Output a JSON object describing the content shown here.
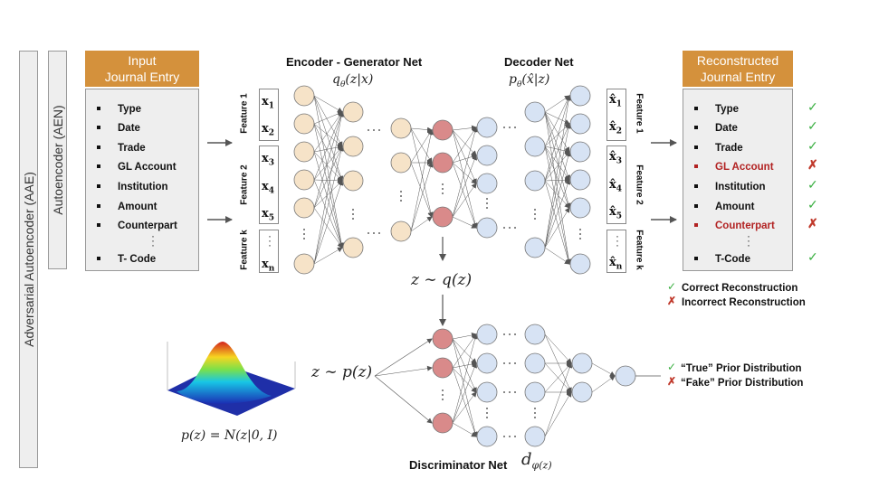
{
  "side": {
    "aae_label": "Adversarial Autoencoder (AAE)",
    "aen_label": "Autoencoder (AEN)"
  },
  "input": {
    "header_line1": "Input",
    "header_line2": "Journal Entry",
    "items": [
      "Type",
      "Date",
      "Trade",
      "GL Account",
      "Institution",
      "Amount",
      "Counterpart"
    ],
    "last_item": "T- Code"
  },
  "output": {
    "header_line1": "Reconstructed",
    "header_line2": "Journal Entry",
    "items": [
      {
        "label": "Type",
        "correct": true
      },
      {
        "label": "Date",
        "correct": true
      },
      {
        "label": "Trade",
        "correct": true
      },
      {
        "label": "GL Account",
        "correct": false
      },
      {
        "label": "Institution",
        "correct": true
      },
      {
        "label": "Amount",
        "correct": true
      },
      {
        "label": "Counterpart",
        "correct": false
      }
    ],
    "last_item": {
      "label": "T-Code",
      "correct": true
    }
  },
  "encoder": {
    "title": "Encoder - Generator Net",
    "formula": "qθ(z|x)"
  },
  "decoder": {
    "title": "Decoder Net",
    "formula": "pθ(x̂|z)"
  },
  "discriminator": {
    "title": "Discriminator Net",
    "formula": "dφ(z)"
  },
  "latent_q": "z ∼ q(z)",
  "latent_p": "z ∼ p(z)",
  "prior_formula": "p(z) = N(z|0, I)",
  "features": {
    "left": [
      "Feature 1",
      "Feature 2",
      "Feature k"
    ],
    "right": [
      "Feature 1",
      "Feature 2",
      "Feature k"
    ]
  },
  "inputs_x": [
    "x1",
    "x2",
    "x3",
    "x4",
    "x5",
    "xn"
  ],
  "outputs_x": [
    "x̂1",
    "x̂2",
    "x̂3",
    "x̂4",
    "x̂5",
    "x̂n"
  ],
  "recon_legend": {
    "correct": "Correct Reconstruction",
    "incorrect": "Incorrect Reconstruction"
  },
  "prior_legend": {
    "true": "“True” Prior Distribution",
    "fake": "“Fake” Prior Distribution"
  },
  "symbols": {
    "check": "✓",
    "cross": "✗"
  },
  "colors": {
    "header": "#d4913c",
    "encoder_node": "#f6e3c8",
    "latent_node": "#d98a8a",
    "decoder_node": "#d7e3f4",
    "error_text": "#b22222",
    "check": "#3cb043"
  }
}
